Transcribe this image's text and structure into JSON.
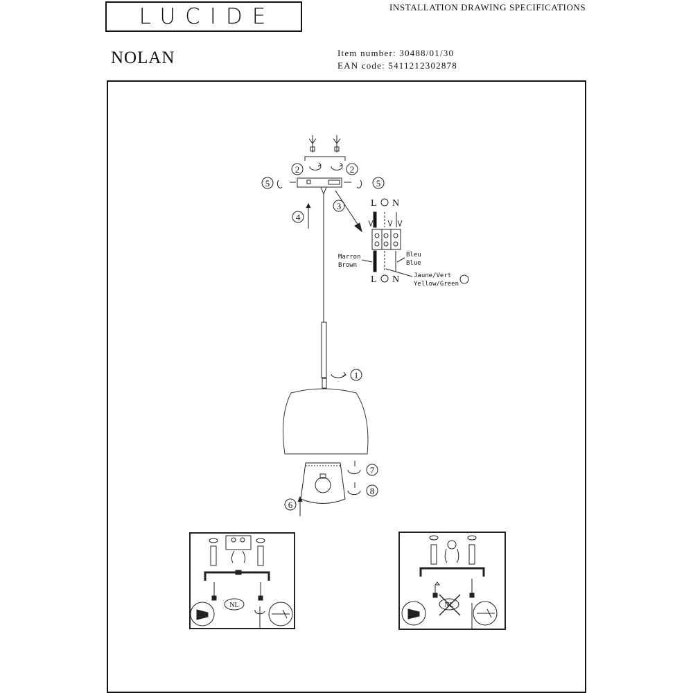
{
  "header": {
    "brand": "LUCIDE",
    "doc_title": "INSTALLATION DRAWING SPECIFICATIONS",
    "product_name": "NOLAN",
    "item_number": "Item number: 30488/01/30",
    "ean_code": "EAN code: 5411212302878"
  },
  "drawing": {
    "steps": {
      "s1": "1",
      "s2a": "2",
      "s2b": "2",
      "s3": "3",
      "s4": "4",
      "s5a": "5",
      "s5b": "5",
      "s6": "6",
      "s7": "7",
      "s8": "8"
    },
    "terminals": {
      "top_L": "L",
      "top_N": "N",
      "bottom_L": "L",
      "bottom_N": "N"
    },
    "wire_labels": {
      "marron": "Marron",
      "brown": "Brown",
      "bleu": "Bleu",
      "blue": "Blue",
      "jaune_vert": "Jaune/Vert",
      "yellow_green": "Yellow/Green"
    },
    "detail_badges": {
      "left": "NL",
      "right": "NL"
    }
  }
}
